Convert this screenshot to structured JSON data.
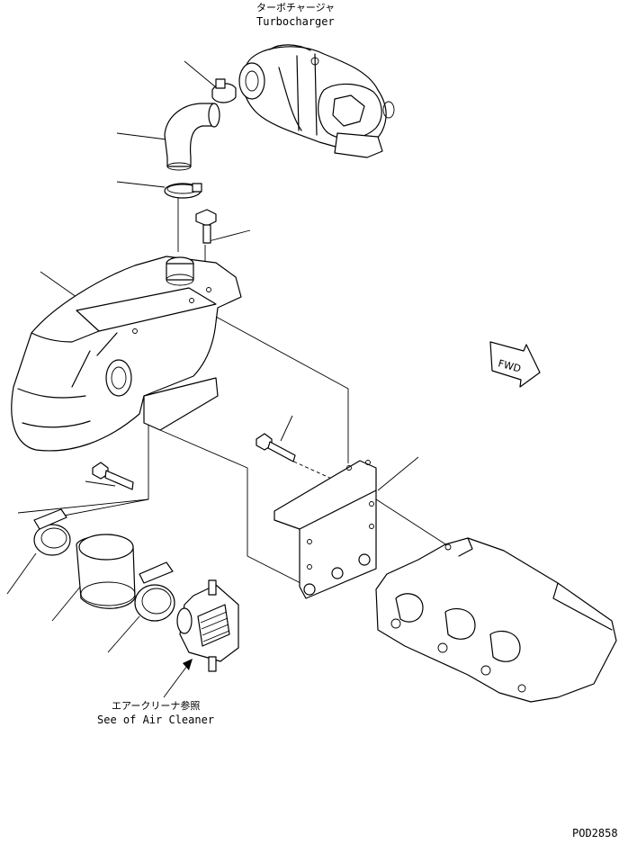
{
  "labels": {
    "turbo_jp": "ターボチャージャ",
    "turbo_en": "Turbocharger",
    "aircleaner_jp": "エアークリーナ参照",
    "aircleaner_en": "See of Air Cleaner",
    "fwd": "FWD",
    "drawing_no": "POD2858"
  }
}
